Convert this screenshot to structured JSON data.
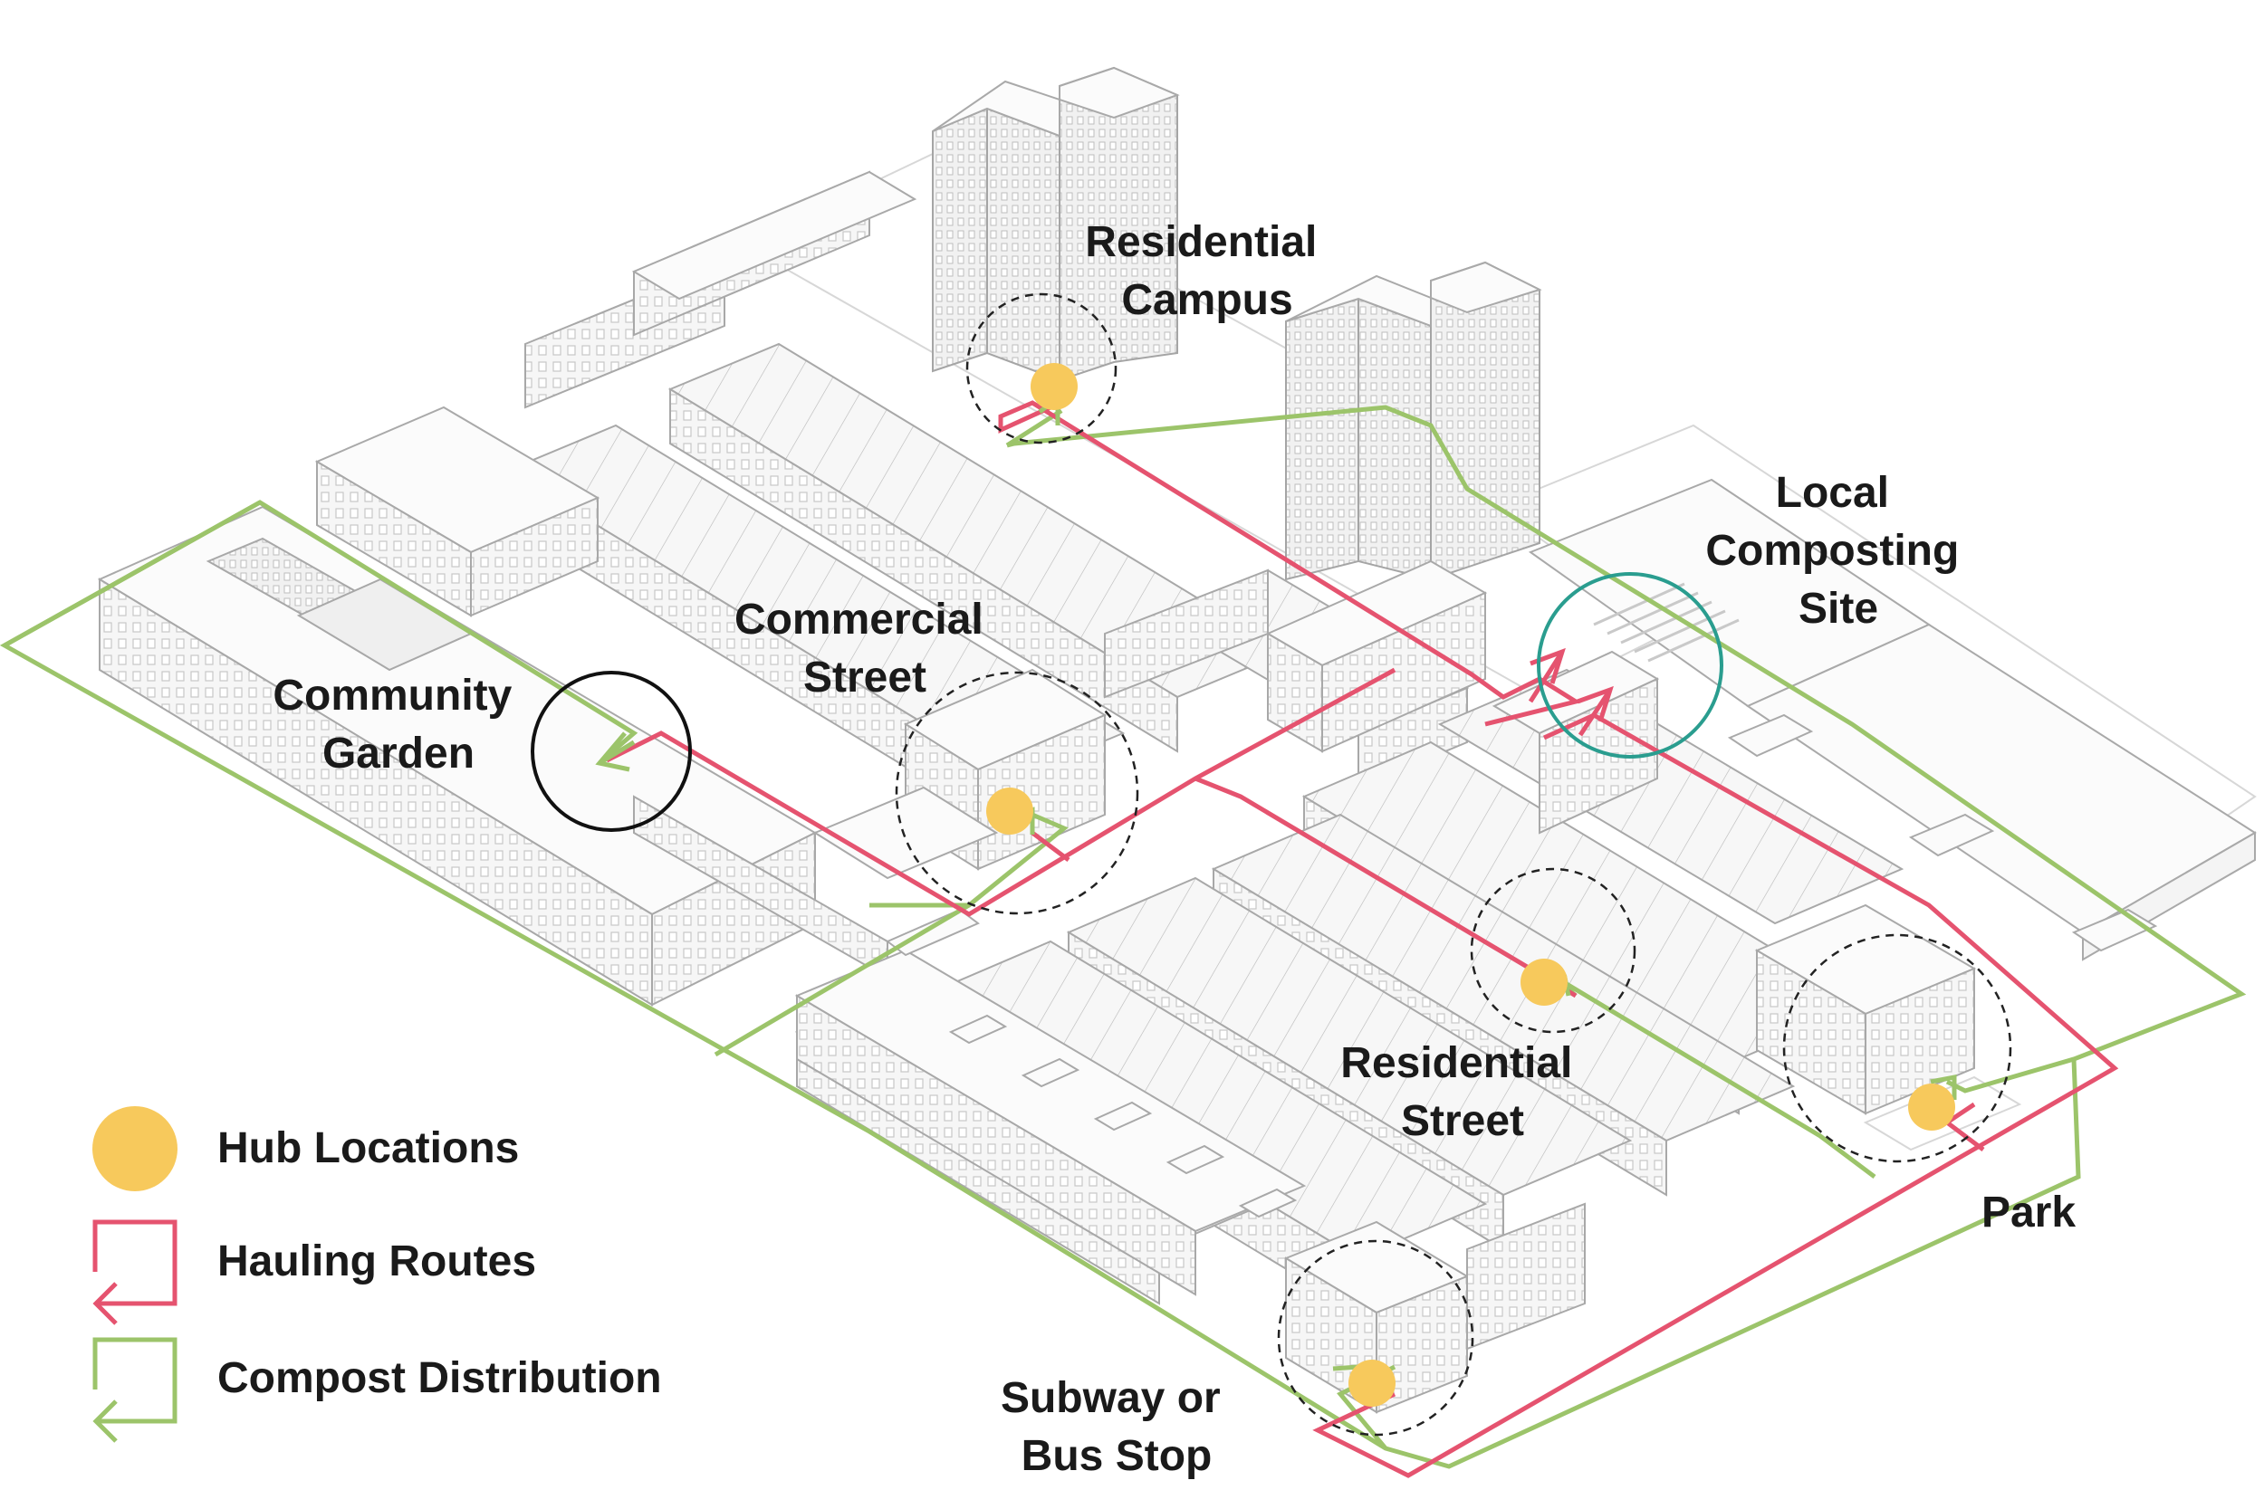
{
  "labels": {
    "residential_campus": [
      "Residential",
      "Campus"
    ],
    "local_composting_site": [
      "Local",
      "Composting",
      "Site"
    ],
    "commercial_street": [
      "Commercial",
      "Street"
    ],
    "community_garden": [
      "Community",
      "Garden"
    ],
    "residential_street": [
      "Residential",
      "Street"
    ],
    "park": [
      "Park"
    ],
    "subway_bus_stop": [
      "Subway or",
      "Bus Stop"
    ]
  },
  "legend": {
    "hub": "Hub Locations",
    "hauling": "Hauling Routes",
    "compost": "Compost Distribution"
  },
  "colors": {
    "hub": "#f7c95c",
    "hauling": "#e5536f",
    "compost": "#9cc46a",
    "composting_site_ring": "#2a9d8f",
    "garden_ring": "#111111",
    "hub_ring": "#222222"
  }
}
